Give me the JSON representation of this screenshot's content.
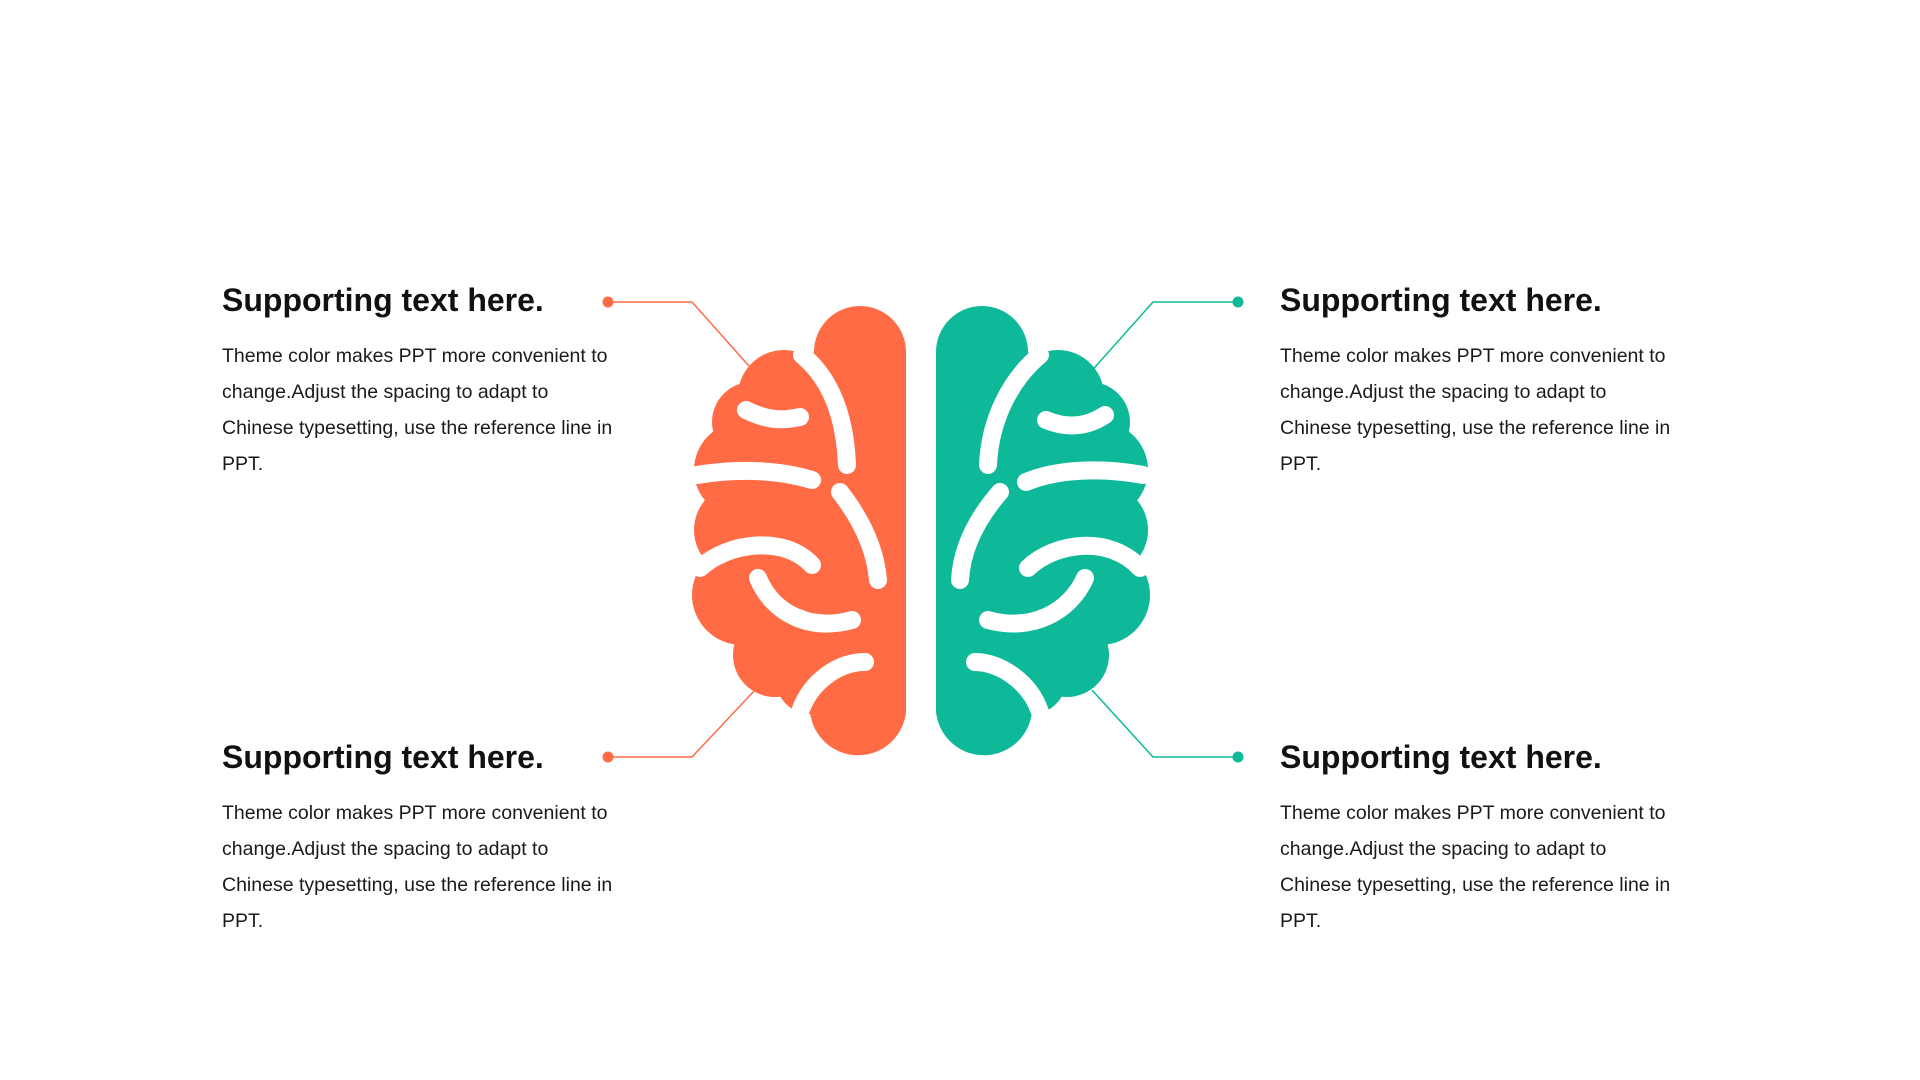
{
  "colors": {
    "left": "#FF6B45",
    "right": "#0DB998",
    "text": "#111111"
  },
  "icon": "brain-icon",
  "blocks": {
    "top_left": {
      "title": "Supporting text here.",
      "body": "Theme  color makes PPT more convenient to change.Adjust the spacing to adapt to Chinese typesetting, use the reference line in PPT."
    },
    "top_right": {
      "title": "Supporting text here.",
      "body": "Theme  color makes PPT more convenient to change.Adjust the spacing to adapt to Chinese typesetting, use the reference line in PPT."
    },
    "bottom_left": {
      "title": "Supporting text here.",
      "body": "Theme  color makes PPT more convenient to change.Adjust the spacing to adapt to Chinese typesetting, use the reference line in PPT."
    },
    "bottom_right": {
      "title": "Supporting text here.",
      "body": "Theme  color makes PPT more convenient to change.Adjust the spacing to adapt to Chinese typesetting, use the reference line in PPT."
    }
  }
}
